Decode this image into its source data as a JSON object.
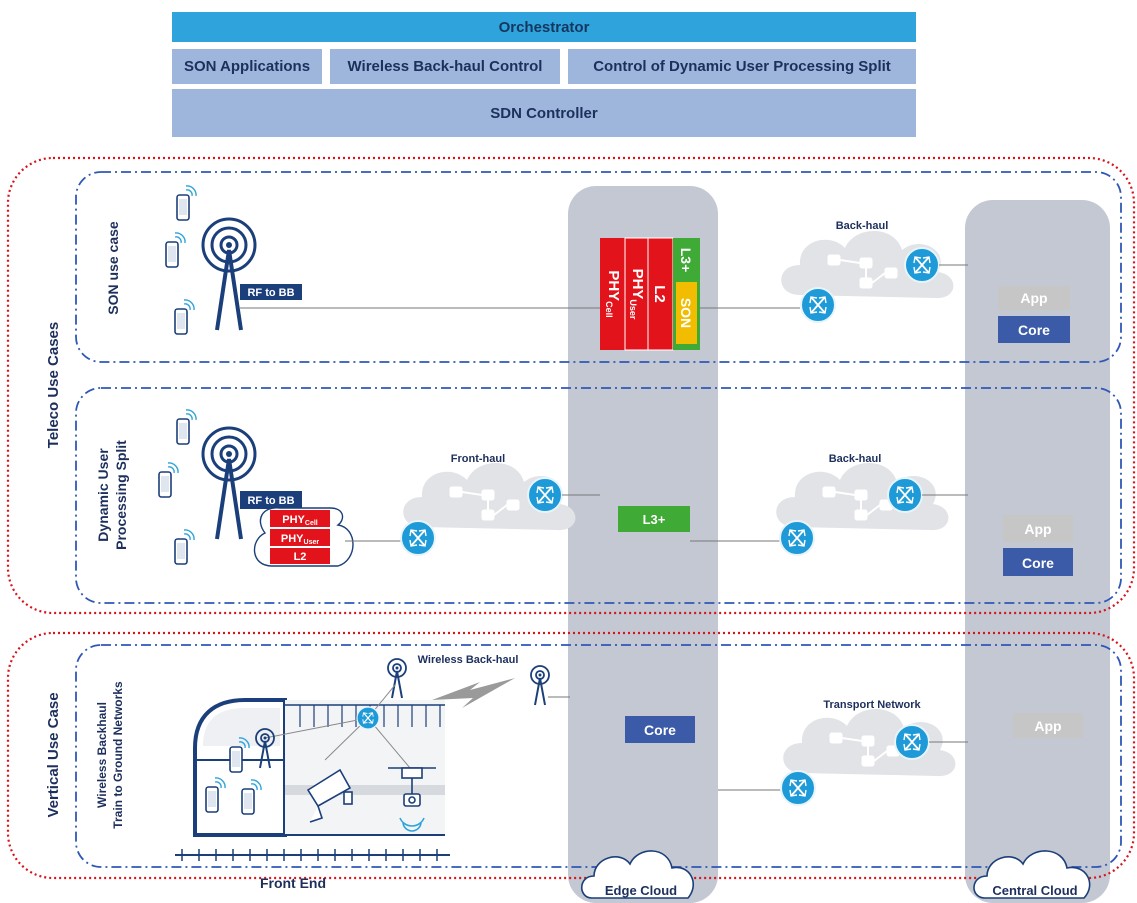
{
  "control": {
    "orchestrator": "Orchestrator",
    "son_applications": "SON Applications",
    "wireless_backhaul_control": "Wireless Back-haul Control",
    "dynamic_split_control": "Control of Dynamic User Processing Split",
    "sdn_controller": "SDN Controller"
  },
  "groups": {
    "teleco": "Teleco Use Cases",
    "vertical": "Vertical Use Case"
  },
  "rows": {
    "son": "SON use case",
    "dups_line1": "Dynamic User",
    "dups_line2": "Processing Split",
    "wb_line1": "Wireless Backhaul",
    "wb_line2": "Train to Ground Networks"
  },
  "labels": {
    "rf_to_bb": "RF to BB",
    "front_haul": "Front-haul",
    "back_haul": "Back-haul",
    "wireless_back_haul": "Wireless Back-haul",
    "transport_network": "Transport Network",
    "front_end": "Front End",
    "edge_cloud": "Edge Cloud",
    "central_cloud": "Central Cloud"
  },
  "stack": {
    "phy": "PHY",
    "cell": "Cell",
    "user": "User",
    "l2": "L2",
    "l3plus": "L3+",
    "son": "SON"
  },
  "boxes": {
    "app": "App",
    "core": "Core",
    "l3plus": "L3+"
  },
  "colors": {
    "orchestrator": "#2fa4dc",
    "control_box": "#9fb6dc",
    "cloud_column": "#c3c8d3",
    "core_box": "#3b5aa8",
    "app_box": "#c6c6c6",
    "l3_box": "#3faa35",
    "phy_red": "#e3131b",
    "son_yellow": "#f2bd00",
    "router_blue": "#1f9ad8",
    "dashed_blue": "#2f57b6",
    "dotted_red": "#d8131b",
    "tower_navy": "#1b3f7a"
  }
}
